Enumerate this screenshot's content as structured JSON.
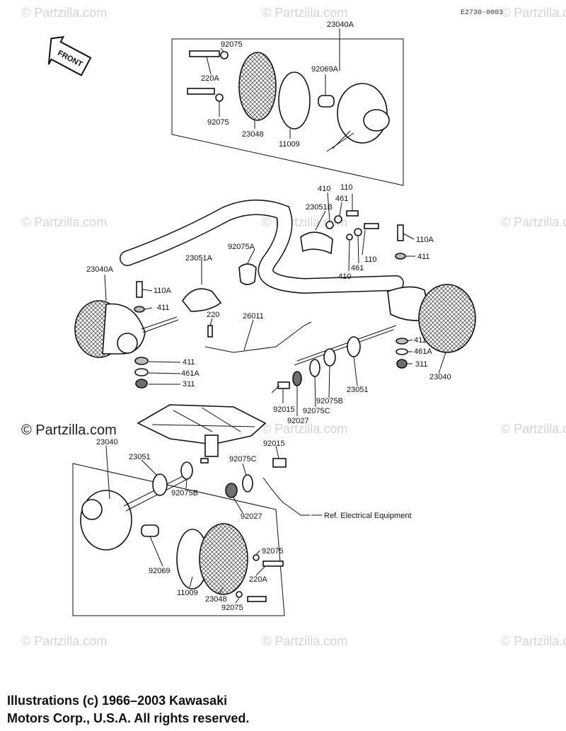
{
  "diagram_code": "E2730-0003",
  "front_label": "FRONT",
  "watermarks": {
    "faint": "© Partzilla.com",
    "strong": "© Partzilla.com"
  },
  "labels": {
    "p23040A_top": "23040A",
    "p92075_a": "92075",
    "p220A_a": "220A",
    "p92069A": "92069A",
    "p92075_b": "92075",
    "p23048_top": "23048",
    "p11009_top": "11009",
    "p410_a": "410",
    "p110_a": "110",
    "p461_a": "461",
    "p23051B": "23051B",
    "p110A_r": "110A",
    "p411_r": "411",
    "p92075A": "92075A",
    "p23051A": "23051A",
    "p110_b": "110",
    "p461_b": "461",
    "p410_b": "410",
    "p23040A_left": "23040A",
    "p110A_l": "110A",
    "p411_l": "411",
    "p220_l": "220",
    "p26011": "26011",
    "p411_rb": "411",
    "p461A_rb": "461A",
    "p311_rb": "311",
    "p23040_r": "23040",
    "p411_lb": "411",
    "p461A_lb": "461A",
    "p311_lb": "311",
    "p23051_r": "23051",
    "p92075B_r": "92075B",
    "p92075C_r": "92075C",
    "p92027_r": "92027",
    "p92015_r": "92015",
    "p23040_bl": "23040",
    "p23051_bl": "23051",
    "p92075C_b": "92075C",
    "p92015_b": "92015",
    "p92075B_b": "92075B",
    "p92027_b": "92027",
    "ref_electrical": "Ref.  Electrical Equipment",
    "p92075_c": "92075",
    "p220A_b": "220A",
    "p92069": "92069",
    "p11009_b": "11009",
    "p23048_b": "23048",
    "p92075_d": "92075"
  },
  "copyright": {
    "line1": "Illustrations (c) 1966–2003 Kawasaki",
    "line2": "Motors Corp., U.S.A.  All rights reserved."
  }
}
